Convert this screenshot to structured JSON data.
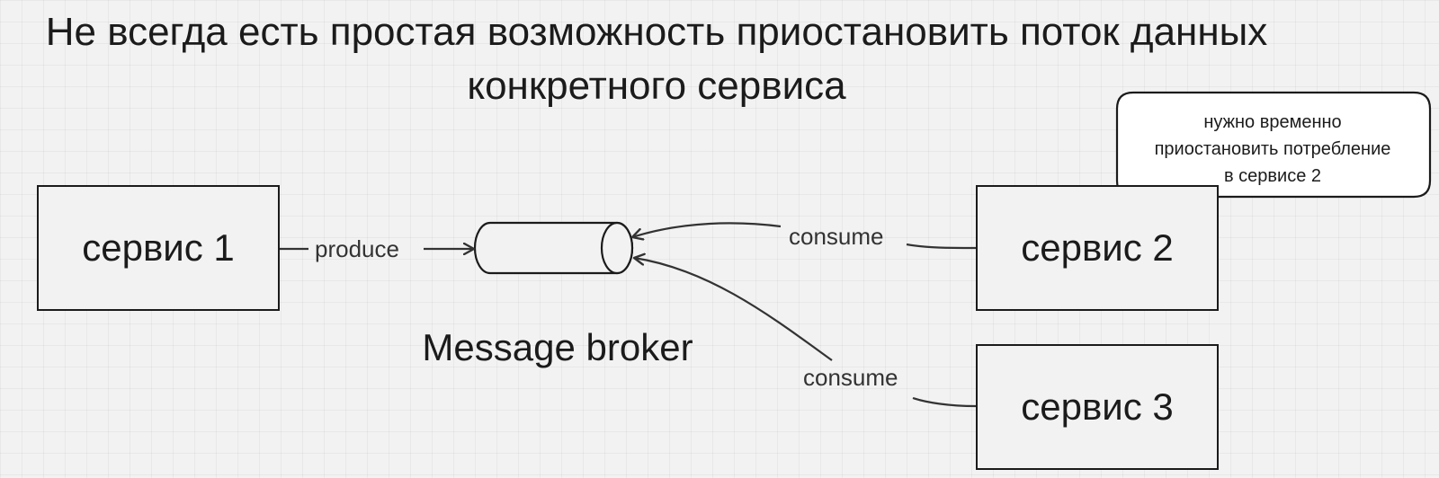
{
  "title": {
    "line1": "Не всегда есть простая возможность приостановить поток данных",
    "line2": "конкретного сервиса"
  },
  "services": {
    "service1": "сервис 1",
    "service2": "сервис 2",
    "service3": "сервис 3"
  },
  "broker": {
    "label": "Message broker"
  },
  "edges": {
    "produce": "produce",
    "consume_service2": "consume",
    "consume_service3": "consume"
  },
  "callout": {
    "line1": "нужно временно",
    "line2": "приостановить потребление",
    "line3": "в сервисе 2"
  }
}
